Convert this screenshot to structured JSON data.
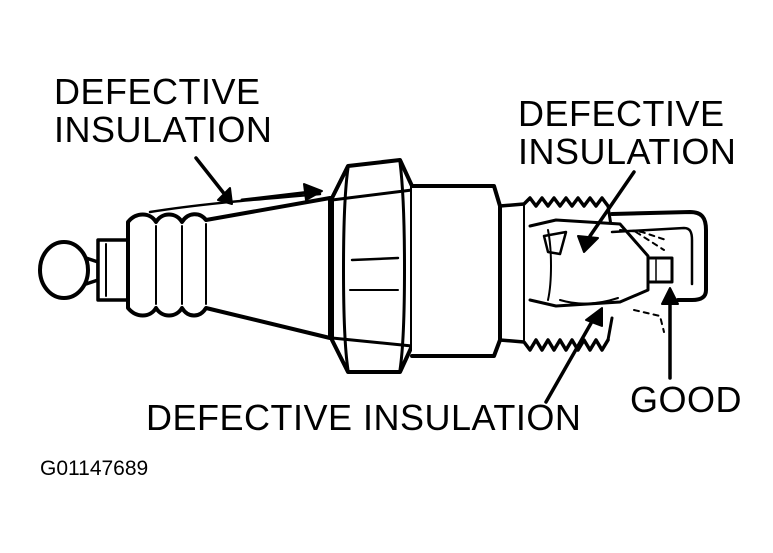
{
  "labels": {
    "top_left_line1": "DEFECTIVE",
    "top_left_line2": "INSULATION",
    "top_right_line1": "DEFECTIVE",
    "top_right_line2": "INSULATION",
    "bottom": "DEFECTIVE INSULATION",
    "good": "GOOD"
  },
  "figure_id": "G01147689",
  "colors": {
    "ink": "#000000",
    "paper": "#ffffff"
  }
}
